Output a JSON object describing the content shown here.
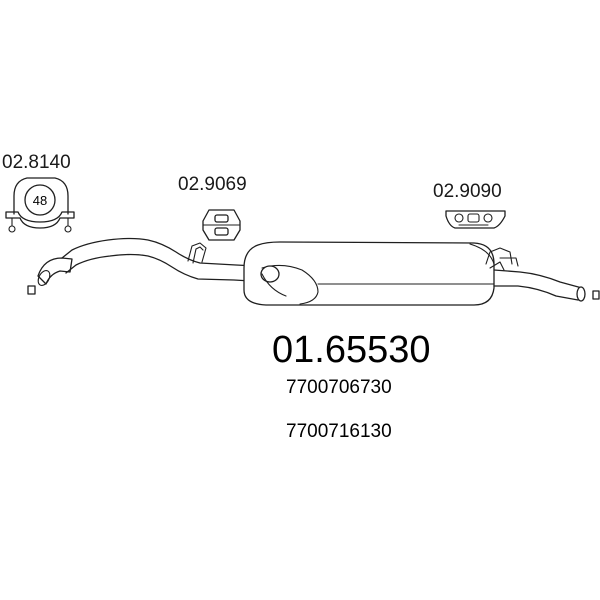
{
  "parts": {
    "clamp": {
      "code": "02.8140",
      "size": "48"
    },
    "hanger_front": {
      "code": "02.9069"
    },
    "hanger_rear": {
      "code": "02.9090"
    }
  },
  "main_part": {
    "code": "01.65530",
    "oem_numbers": [
      "7700706730",
      "7700716130"
    ]
  },
  "colors": {
    "line": "#1f1f1f",
    "text": "#000000",
    "background": "#ffffff"
  }
}
